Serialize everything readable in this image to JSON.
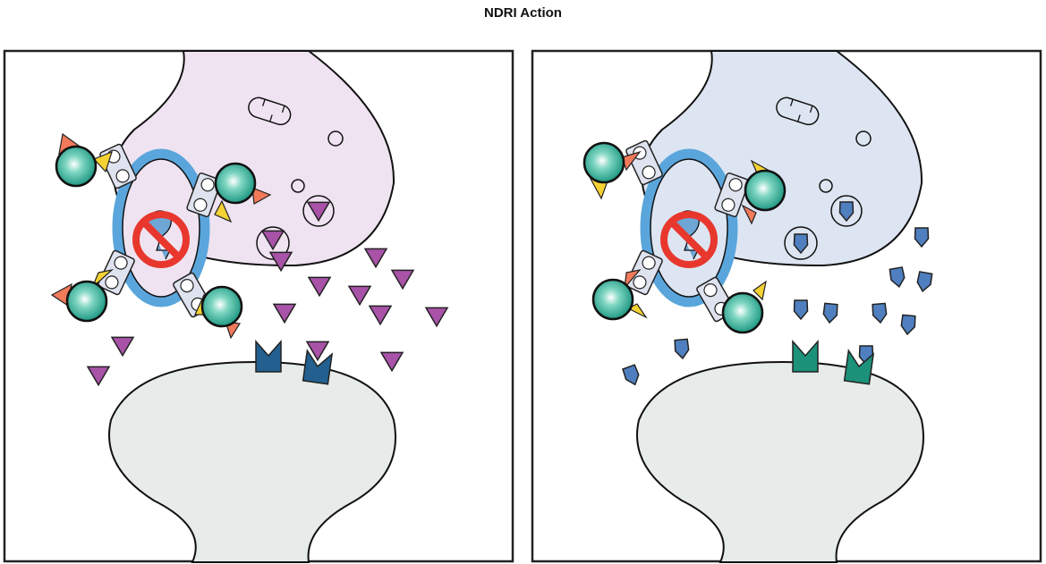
{
  "title": "NDRI Action",
  "panels": [
    {
      "name": "left-synapse",
      "presynaptic_fill": "#efe3f1",
      "neurotransmitter": "triangle",
      "neurotransmitter_color": "#a852a8",
      "receptor_color": "#23608f"
    },
    {
      "name": "right-synapse",
      "presynaptic_fill": "#dde5f2",
      "neurotransmitter": "pentagon",
      "neurotransmitter_color": "#4f7fbf",
      "receptor_color": "#1c927a"
    }
  ],
  "colors": {
    "postsynaptic_fill": "#e7ebe9",
    "transporter_ring": "#5aa6dc",
    "prohibition": "#e8382e",
    "drug_ball": "#1ba589",
    "orange": "#f07a5a",
    "yellow": "#f5d234"
  }
}
